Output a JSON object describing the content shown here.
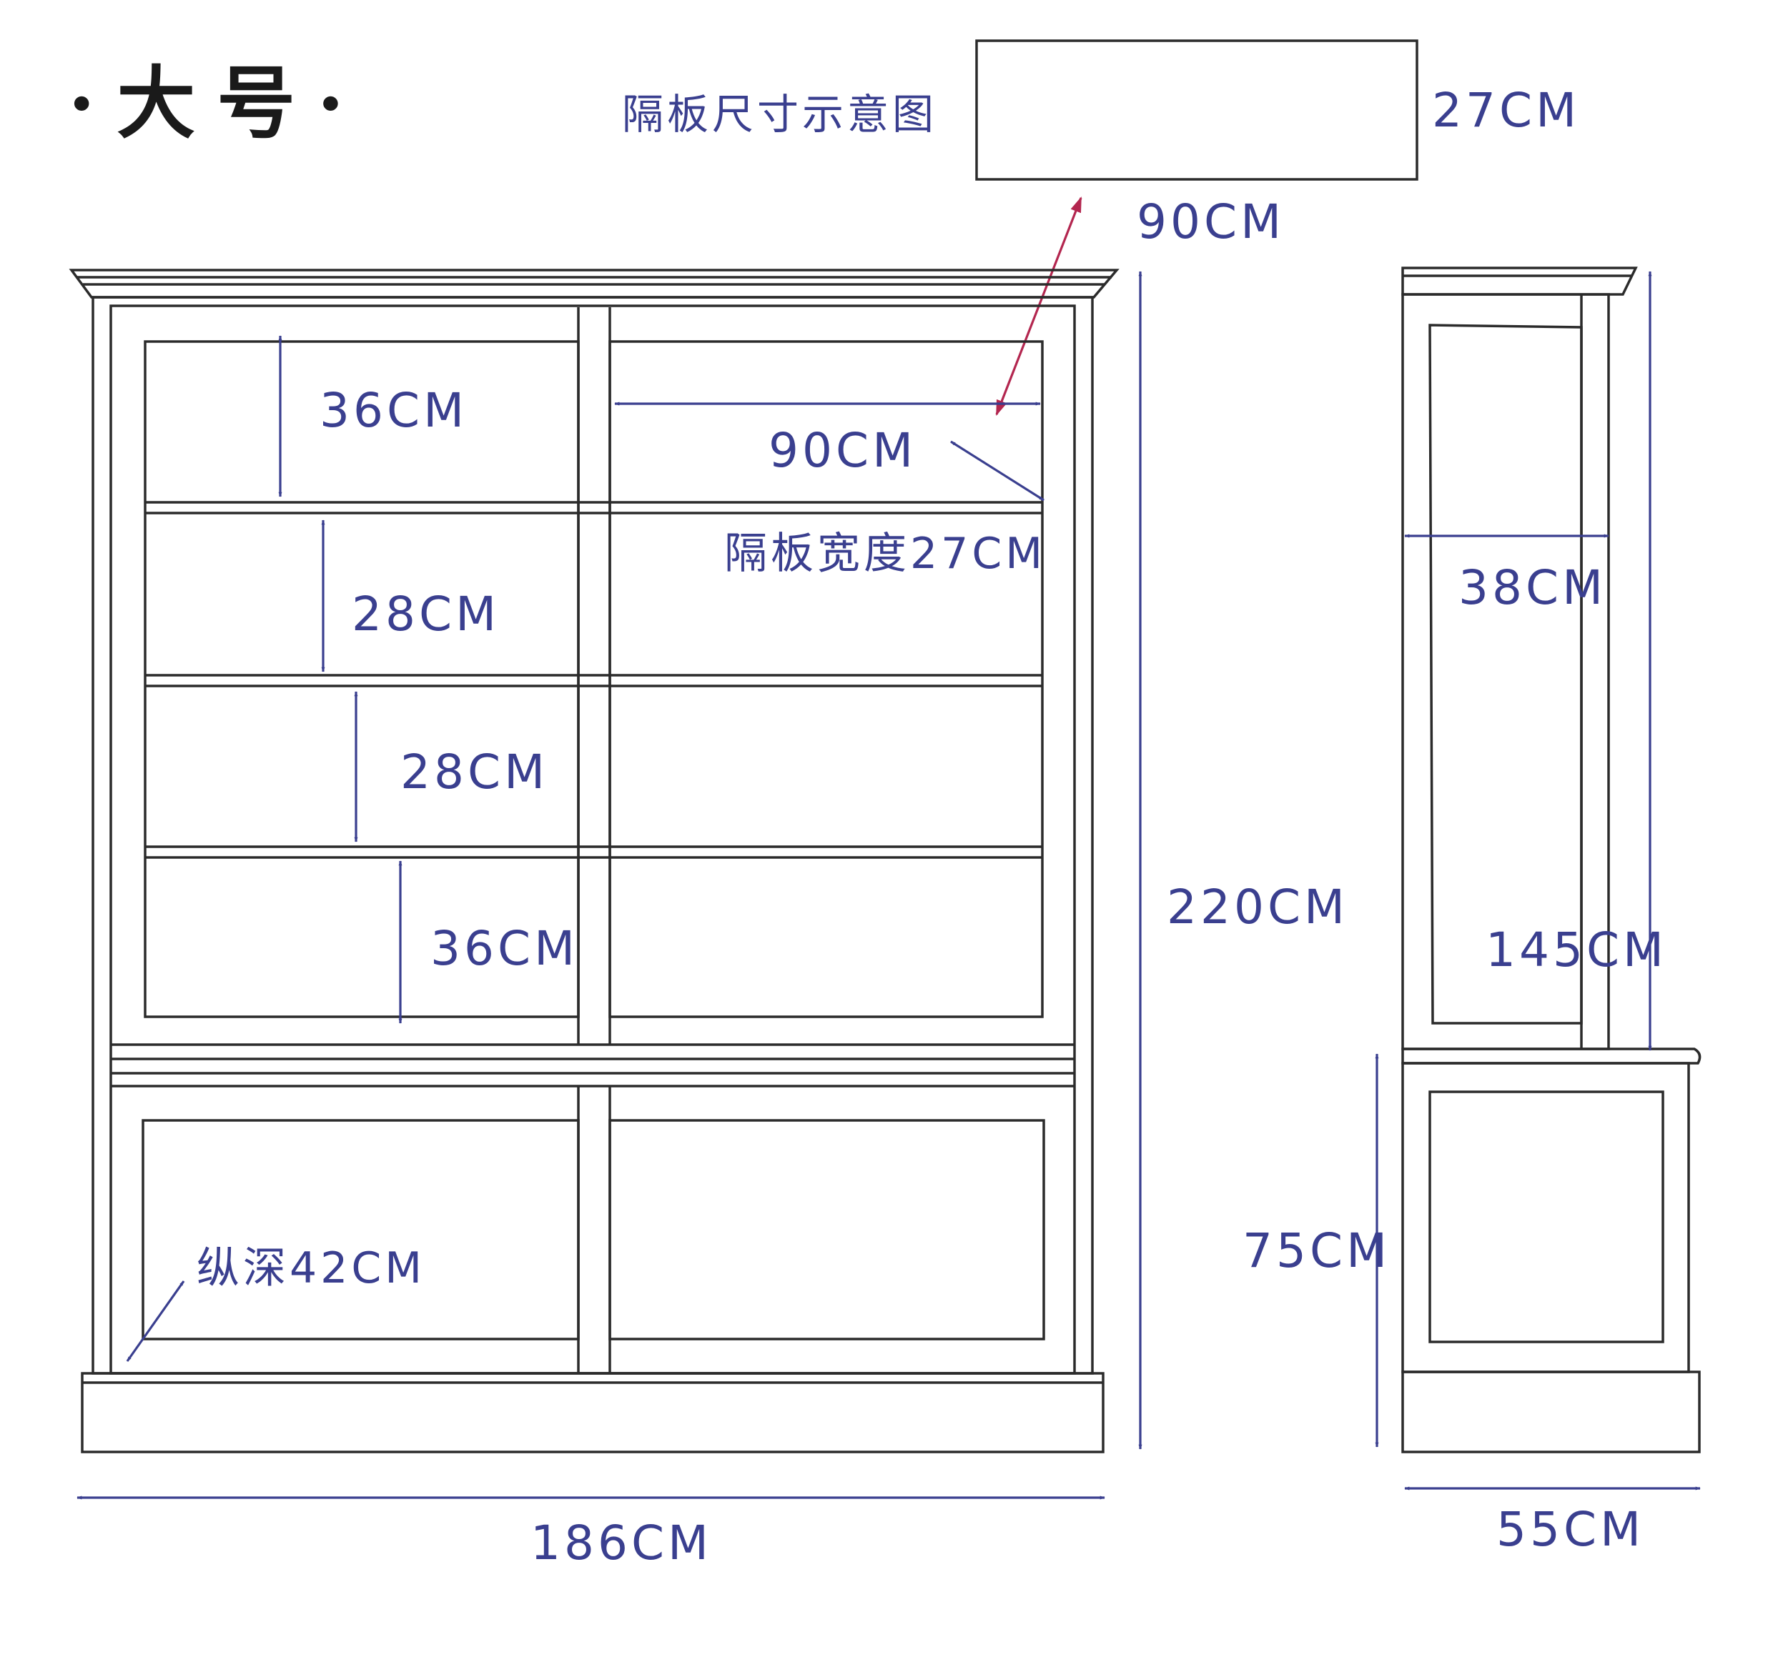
{
  "title": "·大号·",
  "shelf_caption": "隔板尺寸示意图",
  "shelf_depth": "27CM",
  "shelf_width": "90CM",
  "front": {
    "gap_1": "36CM",
    "gap_2": "28CM",
    "gap_3": "28CM",
    "gap_4": "36CM",
    "inner_width": "90CM",
    "shelf_width_note": "隔板宽度27CM",
    "depth_note": "纵深42CM",
    "total_height": "220CM",
    "total_width": "186CM"
  },
  "side": {
    "upper_depth": "38CM",
    "upper_height": "145CM",
    "lower_height": "75CM",
    "total_depth": "55CM"
  },
  "colors": {
    "outline": "#2b2b2b",
    "dimension": "#3a3f8f",
    "pointer": "#b3264f"
  }
}
